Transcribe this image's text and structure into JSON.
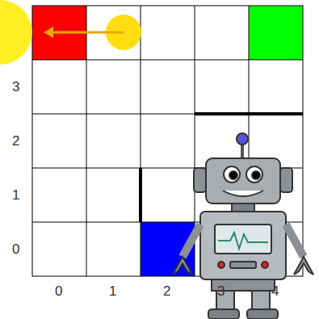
{
  "diagram": {
    "labels": [
      "3",
      "2",
      "1",
      "0",
      "0",
      "1",
      "2",
      "3",
      "4"
    ]
  }
}
